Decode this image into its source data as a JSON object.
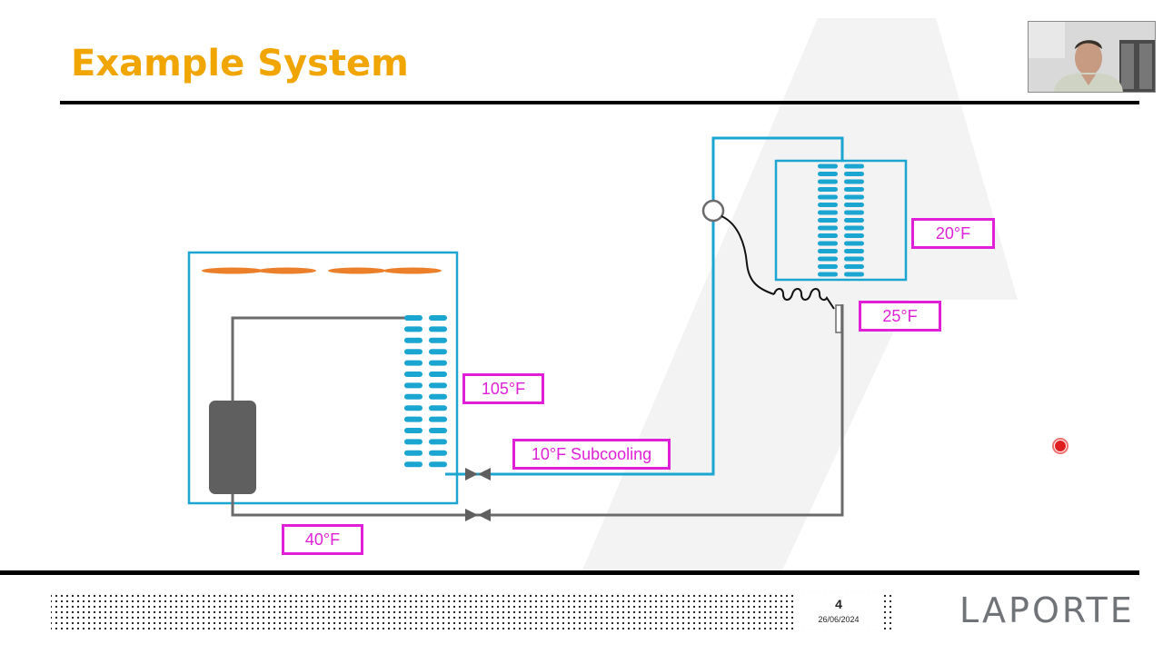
{
  "slide": {
    "title": "Example System",
    "page_number": "4",
    "date": "26/06/2024",
    "logo_text": "LAPORTE"
  },
  "diagram": {
    "labels": {
      "condenser_temp": "105°F",
      "subcooling": "10°F Subcooling",
      "suction_temp": "40°F",
      "evaporator_temp": "20°F",
      "evap_outlet_temp": "25°F"
    },
    "components": {
      "compressor_icon": "compressor-cylinder",
      "fan_icon": "fan-blade",
      "valve_icon": "service-valve",
      "expansion_valve_icon": "txv-bulb"
    }
  },
  "colors": {
    "title": "#f0a500",
    "refrigerant_liquid": "#1aa6d0",
    "refrigerant_suction": "#6b6b6b",
    "label_border": "#e020d8",
    "fan": "#ec7f2a",
    "rule": "#000000",
    "pointer": "#e02020"
  }
}
